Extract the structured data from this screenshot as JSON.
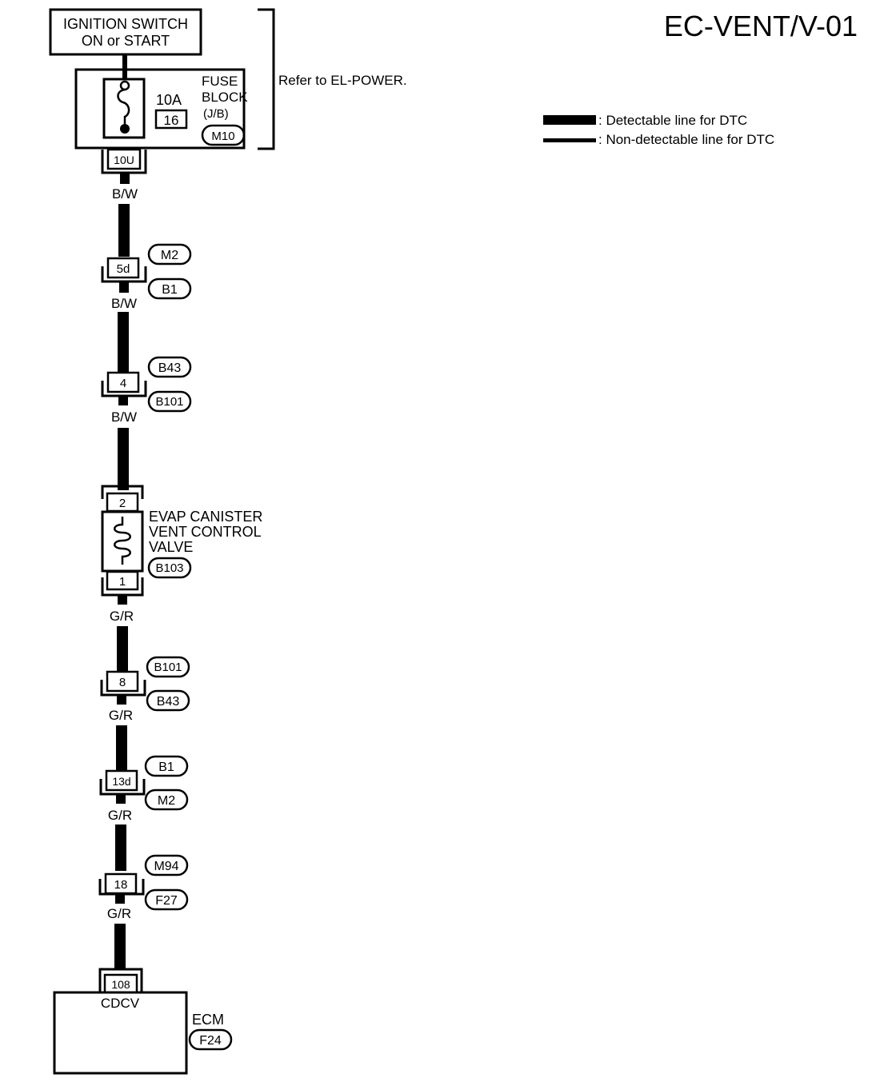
{
  "title": "EC-VENT/V-01",
  "ignition": {
    "line1": "IGNITION SWITCH",
    "line2": "ON or START"
  },
  "fuse_block": {
    "amp": "10A",
    "fuse_no": "16",
    "label1": "FUSE",
    "label2": "BLOCK",
    "label3": "(J/B)",
    "connector": "M10",
    "terminal": "10U",
    "refer": "Refer to EL-POWER."
  },
  "legend": {
    "detectable": ": Detectable line for DTC",
    "non_detectable": ": Non-detectable line for DTC"
  },
  "wire_colors": {
    "w1": "B/W",
    "w2": "B/W",
    "w3": "B/W",
    "w4": "G/R",
    "w5": "G/R",
    "w6": "G/R",
    "w7": "G/R"
  },
  "junctions": [
    {
      "terminal": "5d",
      "upper": "M2",
      "lower": "B1"
    },
    {
      "terminal": "4",
      "upper": "B43",
      "lower": "B101"
    },
    {
      "terminal": "8",
      "upper": "B101",
      "lower": "B43"
    },
    {
      "terminal": "13d",
      "upper": "B1",
      "lower": "M2"
    },
    {
      "terminal": "18",
      "upper": "M94",
      "lower": "F27"
    }
  ],
  "valve": {
    "line1": "EVAP CANISTER",
    "line2": "VENT CONTROL",
    "line3": "VALVE",
    "connector": "B103",
    "top_terminal": "2",
    "bottom_terminal": "1"
  },
  "ecm": {
    "terminal": "108",
    "pin_name": "CDCV",
    "label": "ECM",
    "connector": "F24"
  }
}
